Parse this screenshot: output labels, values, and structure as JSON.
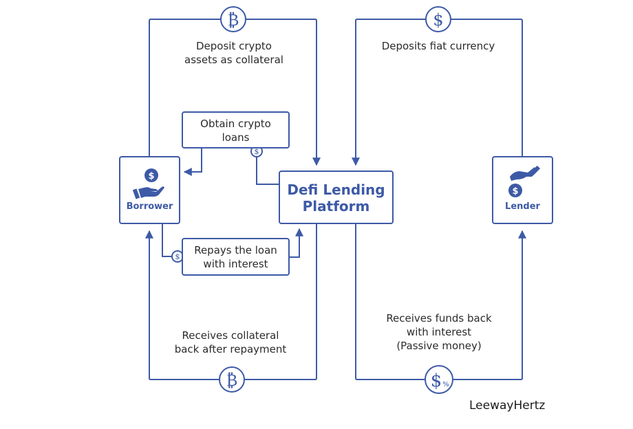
{
  "colors": {
    "primary": "#3d5aa6",
    "text": "#2b2b2b",
    "background": "#ffffff"
  },
  "actors": {
    "borrower": {
      "label": "Borrower",
      "icon": "hand-receiving-coin-icon"
    },
    "lender": {
      "label": "Lender",
      "icon": "hand-giving-coin-icon"
    },
    "platform": {
      "label": "Defi Lending\nPlatform"
    }
  },
  "flows": {
    "deposit_collateral": {
      "label": "Deposit crypto\nassets as collateral",
      "icon": "bitcoin-icon",
      "glyph": "₿"
    },
    "deposit_fiat": {
      "label": "Deposits fiat currency",
      "icon": "dollar-icon",
      "glyph": "$"
    },
    "obtain_loans": {
      "label": "Obtain crypto\nloans",
      "icon": "dollar-icon",
      "glyph": "$"
    },
    "repay_loan": {
      "label": "Repays the loan\nwith interest",
      "icon": "dollar-icon",
      "glyph": "$"
    },
    "receive_collateral": {
      "label": "Receives collateral\nback after repayment",
      "icon": "bitcoin-icon",
      "glyph": "₿"
    },
    "receive_funds": {
      "label": "Receives funds back\nwith interest\n(Passive money)",
      "icon": "dollar-percent-icon",
      "glyph": "$",
      "sub_glyph": "%"
    }
  },
  "brand": "LeewayHertz"
}
